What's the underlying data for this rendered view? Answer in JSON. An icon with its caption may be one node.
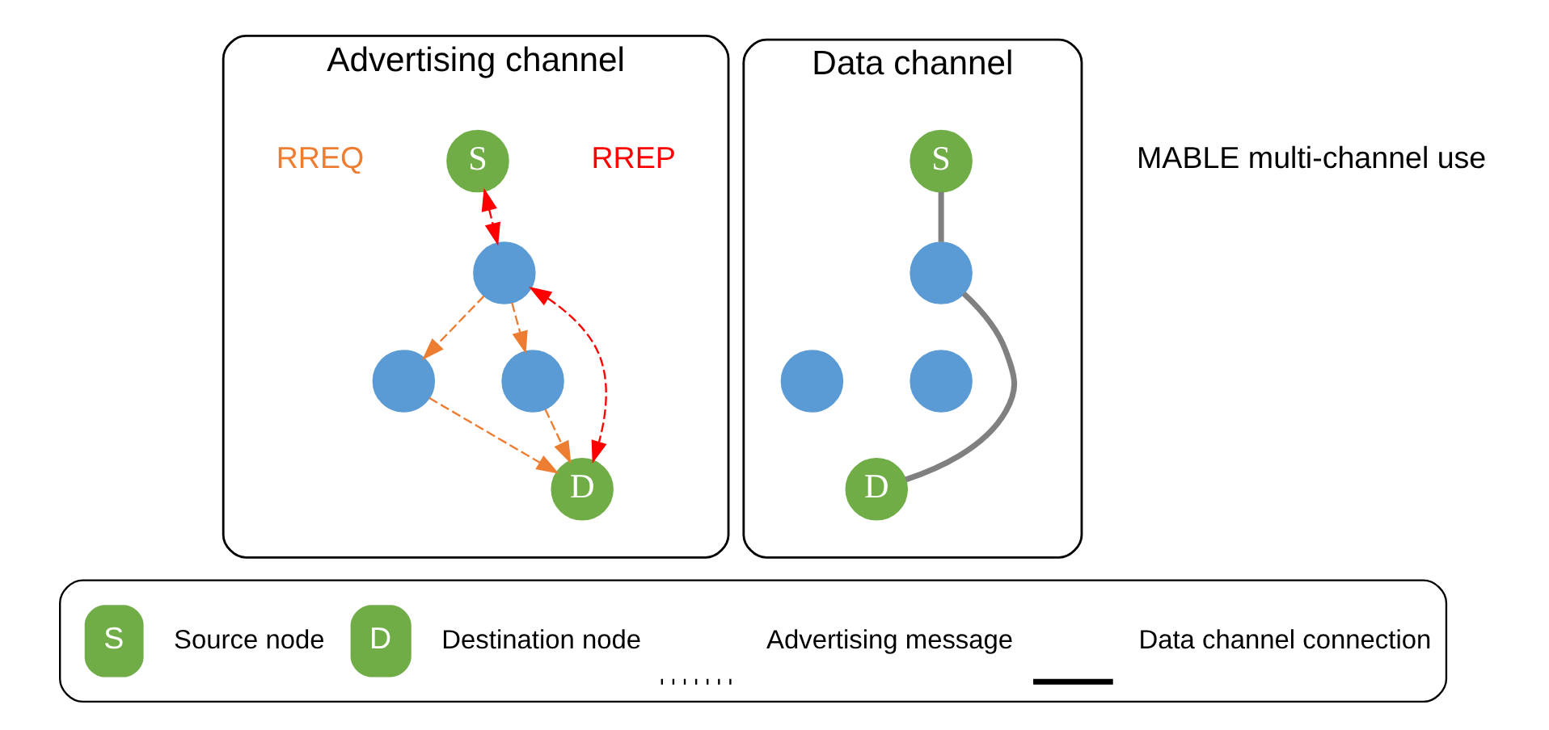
{
  "diagram": {
    "nodes": [
      {
        "text": [
          "Advertising channel"
        ]
      },
      {
        "text": [
          "S"
        ],
        "in": 0
      },
      {
        "text": [],
        "shape": "circle",
        "in": 0
      },
      {
        "text": [],
        "shape": "circle",
        "in": 0
      },
      {
        "text": [],
        "shape": "circle",
        "in": 0
      },
      {
        "text": [
          "D"
        ],
        "in": 0
      },
      {
        "text": [
          "Data channel"
        ]
      },
      {
        "text": [
          "S"
        ],
        "in": 6
      },
      {
        "text": [],
        "shape": "circle",
        "in": 6
      },
      {
        "text": [],
        "shape": "circle",
        "in": 6
      },
      {
        "text": [],
        "shape": "circle",
        "in": 6
      },
      {
        "text": [
          "D"
        ],
        "in": 6
      }
    ],
    "edges": [
      {
        "from": 1,
        "to": 2,
        "arrow": "both",
        "style": "dashed",
        "color": "#ff0000"
      },
      {
        "from": 2,
        "to": 3,
        "arrow": "to",
        "style": "dashed",
        "color": "#ed7d31"
      },
      {
        "from": 2,
        "to": 4,
        "arrow": "to",
        "style": "dashed",
        "color": "#ed7d31"
      },
      {
        "from": 2,
        "to": 5,
        "arrow": "both",
        "style": "dashed",
        "color": "#ff0000"
      },
      {
        "from": 3,
        "to": 5,
        "arrow": "to",
        "style": "dashed",
        "color": "#ed7d31"
      },
      {
        "from": 4,
        "to": 5,
        "arrow": "to",
        "style": "dashed",
        "color": "#ed7d31"
      },
      {
        "from": 7,
        "to": 8,
        "arrow": "none",
        "style": "thick",
        "color": "#808080"
      },
      {
        "from": 8,
        "to": 11,
        "arrow": "none",
        "style": "thick",
        "color": "#808080"
      }
    ],
    "labels": [
      "MABLE multi-channel use",
      "RREQ",
      "RREP",
      "S",
      "D"
    ],
    "legend": [
      {
        "text": "Source node"
      },
      {
        "text": "Destination node"
      },
      {
        "text": "Advertising message"
      },
      {
        "text": "Data channel connection"
      }
    ]
  }
}
